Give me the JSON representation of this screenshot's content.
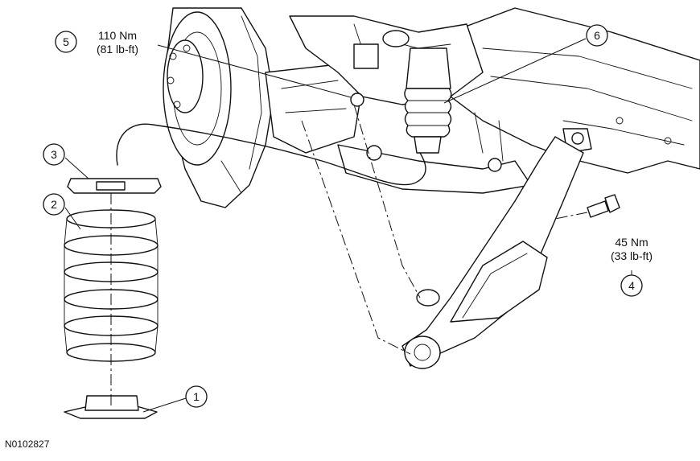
{
  "callouts": {
    "c1": "1",
    "c2": "2",
    "c3": "3",
    "c4": "4",
    "c5": "5",
    "c6": "6"
  },
  "torque": {
    "t5_nm": "110 Nm",
    "t5_lbft": "(81 lb-ft)",
    "t4_nm": "45 Nm",
    "t4_lbft": "(33 lb-ft)"
  },
  "figure_id": "N0102827"
}
